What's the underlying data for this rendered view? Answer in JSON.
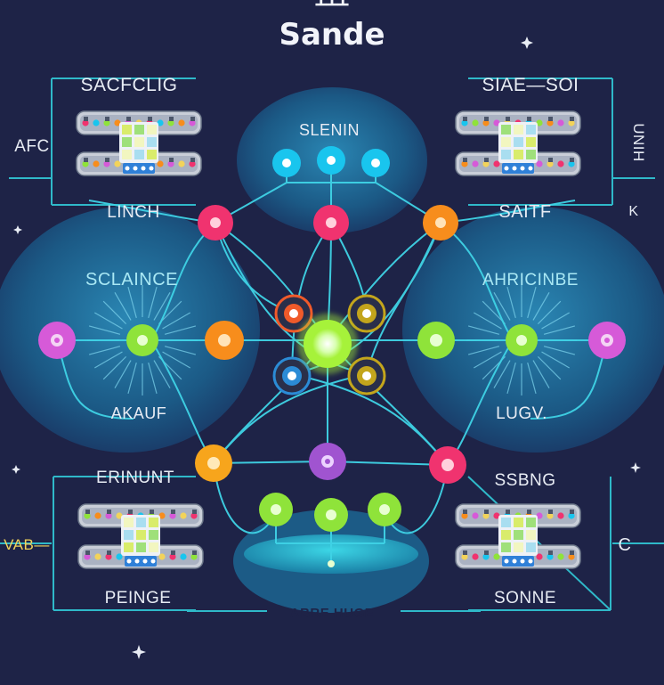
{
  "colors": {
    "background": "#1e2347",
    "line": "#3fd3e6",
    "bubble": "#1d5d86",
    "center": "#a6f23a",
    "pink": "#f0336f",
    "orange": "#f78d1c",
    "green": "#8fe33a",
    "magenta": "#d65ad8",
    "cyan": "#19c5ee",
    "olive": "#c3a51c",
    "purple": "#a054d0"
  },
  "header": {
    "top_text": "ꞮꞮꞮ",
    "title": "Sande"
  },
  "labels": {
    "top_left": "SACFCLIG",
    "top_right": "SIAE—SOI",
    "left_edge": "AFC",
    "right_edge_vertical": "UNIH",
    "top_bubble": "SLENIN",
    "upper_left_small": "LINCH",
    "upper_right_small": "SAITF",
    "left_bubble_top": "SCLAINCE",
    "left_bubble_bottom": "AKAUF",
    "right_bubble_top": "AHRICINBE",
    "right_bubble_bottom": "LUGV.",
    "lower_left": "ERINUNT",
    "lower_right": "SSBNG",
    "left_lower_edge": "VAB—",
    "right_lower_edge": "C",
    "bottom_left": "PEINGE",
    "bottom_right": "SONNE",
    "bottom_center": "ABRE HUGE",
    "right_small_mark": "K"
  },
  "icons": {
    "chip": "circuit-board-icon",
    "node": "network-node-icon",
    "sparkle": "sparkle-icon"
  }
}
